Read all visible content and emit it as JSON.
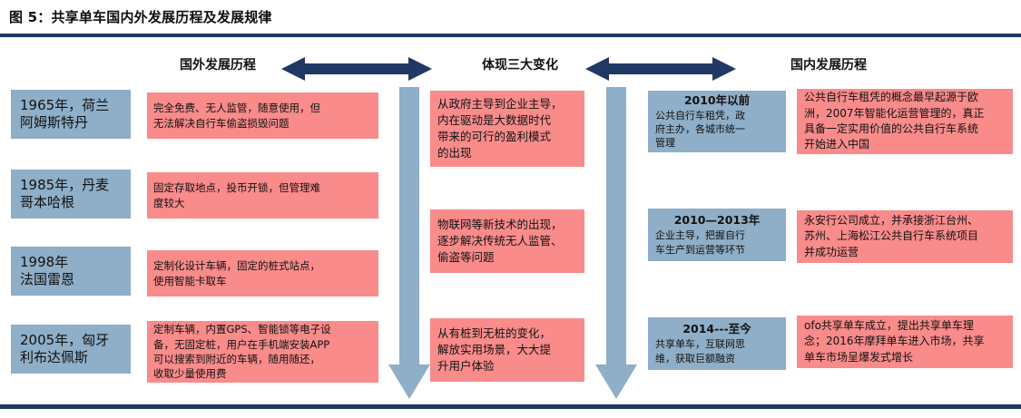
{
  "figure": {
    "title": "图 5：共享单车国内外发展历程及发展规律",
    "accent_color": "#1f3864",
    "blue_box_color": "#8faec7",
    "red_box_color": "#f98b8b",
    "arrow_color": "#8faec7",
    "header_arrow_color": "#1f3864"
  },
  "headers": {
    "left": "国外发展历程",
    "middle": "体现三大变化",
    "right": "国内发展历程"
  },
  "foreign_timeline": [
    {
      "era": "1965年，荷兰\n阿姆斯特丹",
      "desc": "完全免费、无人监管，随意使用，但\n无法解决自行车偷盗损毁问题"
    },
    {
      "era": "1985年，丹麦\n哥本哈根",
      "desc": "固定存取地点，投币开锁，但管理难\n度较大"
    },
    {
      "era": "1998年\n法国雷恩",
      "desc": "定制化设计车辆，固定的桩式站点，\n使用智能卡取车"
    },
    {
      "era": "2005年，匈牙\n利布达佩斯",
      "desc": "定制车辆，内置GPS、智能锁等电子设\n备，无固定桩，用户在手机端安装APP\n可以搜索到附近的车辆，随用随还，\n收取少量使用费"
    }
  ],
  "three_changes": [
    "从政府主导到企业主导，\n内在驱动是大数据时代\n带来的可行的盈利模式\n的出现",
    "物联网等新技术的出现，\n逐步解决传统无人监管、\n偷盗等问题",
    "从有桩到无桩的变化，\n解放实用场景，大大提\n升用户体验"
  ],
  "domestic_timeline": [
    {
      "stage_title": "2010年以前",
      "stage_body": "公共自行车租凭，政\n府主办，各城市统一\n管理",
      "desc": "公共自行车租凭的概念最早起源于欧\n洲，2007年智能化运营管理的，真正\n具备一定实用价值的公共自行车系统\n开始进入中国"
    },
    {
      "stage_title": "2010—2013年",
      "stage_body": "企业主导，把握自行\n车生产到运营等环节",
      "desc": "永安行公司成立，并承接浙江台州、\n苏州、上海松江公共自行车系统项目\n并成功运营"
    },
    {
      "stage_title": "2014---至今",
      "stage_body": "共享单车，互联网思\n维，获取巨额融资",
      "desc": "ofo共享单车成立，提出共享单车理\n念；2016年摩拜单车进入市场，共享\n单车市场呈爆发式增长"
    }
  ]
}
